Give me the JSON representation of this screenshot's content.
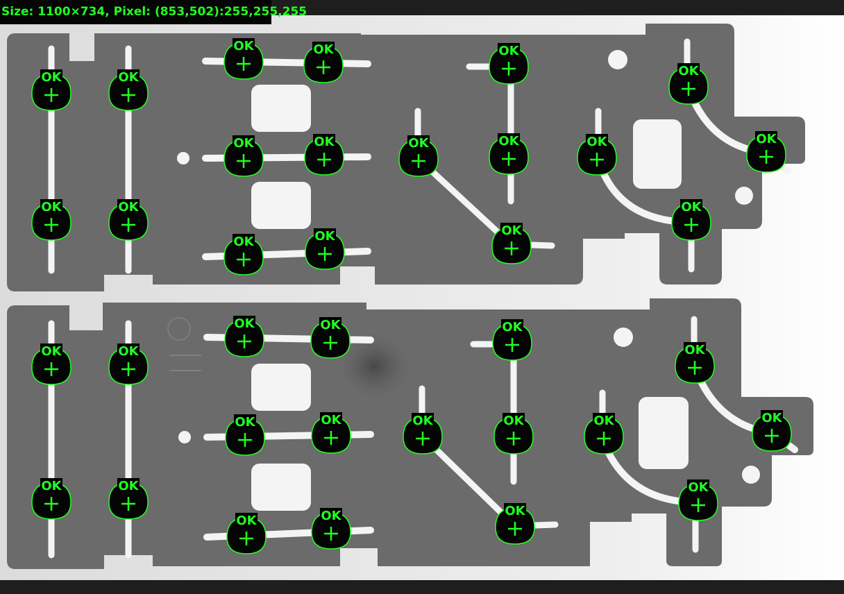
{
  "status": {
    "text": "Size: 1100×734, Pixel: (853,502):255,255,255"
  },
  "colors": {
    "accent": "#22ff22",
    "background": "#1e1e1e",
    "panel": "#6b6b6b",
    "slot": "#f4f4f4",
    "pad": "#050505"
  },
  "markers": [
    {
      "name": "upper-panel-point-a1",
      "label": "OK"
    },
    {
      "name": "upper-panel-point-a2",
      "label": "OK"
    },
    {
      "name": "upper-panel-point-b1",
      "label": "OK"
    },
    {
      "name": "upper-panel-point-b2",
      "label": "OK"
    },
    {
      "name": "upper-panel-point-c1",
      "label": "OK"
    },
    {
      "name": "upper-panel-point-c2",
      "label": "OK"
    },
    {
      "name": "upper-panel-point-c3",
      "label": "OK"
    },
    {
      "name": "upper-panel-point-d1",
      "label": "OK"
    },
    {
      "name": "upper-panel-point-d2",
      "label": "OK"
    },
    {
      "name": "upper-panel-point-d3",
      "label": "OK"
    },
    {
      "name": "upper-panel-point-e1",
      "label": "OK"
    },
    {
      "name": "upper-panel-point-f1",
      "label": "OK"
    },
    {
      "name": "upper-panel-point-f2",
      "label": "OK"
    },
    {
      "name": "upper-panel-point-f3",
      "label": "OK"
    },
    {
      "name": "upper-panel-point-g1",
      "label": "OK"
    },
    {
      "name": "upper-panel-point-h1",
      "label": "OK"
    },
    {
      "name": "upper-panel-point-h2",
      "label": "OK"
    },
    {
      "name": "upper-panel-point-h3",
      "label": "OK"
    },
    {
      "name": "lower-panel-point-a1",
      "label": "OK"
    },
    {
      "name": "lower-panel-point-a2",
      "label": "OK"
    },
    {
      "name": "lower-panel-point-b1",
      "label": "OK"
    },
    {
      "name": "lower-panel-point-b2",
      "label": "OK"
    },
    {
      "name": "lower-panel-point-c1",
      "label": "OK"
    },
    {
      "name": "lower-panel-point-c2",
      "label": "OK"
    },
    {
      "name": "lower-panel-point-c3",
      "label": "OK"
    },
    {
      "name": "lower-panel-point-d1",
      "label": "OK"
    },
    {
      "name": "lower-panel-point-d2",
      "label": "OK"
    },
    {
      "name": "lower-panel-point-d3",
      "label": "OK"
    },
    {
      "name": "lower-panel-point-e1",
      "label": "OK"
    },
    {
      "name": "lower-panel-point-f1",
      "label": "OK"
    },
    {
      "name": "lower-panel-point-f2",
      "label": "OK"
    },
    {
      "name": "lower-panel-point-f3",
      "label": "OK"
    },
    {
      "name": "lower-panel-point-g1",
      "label": "OK"
    },
    {
      "name": "lower-panel-point-h1",
      "label": "OK"
    },
    {
      "name": "lower-panel-point-h2",
      "label": "OK"
    },
    {
      "name": "lower-panel-point-h3",
      "label": "OK"
    }
  ]
}
